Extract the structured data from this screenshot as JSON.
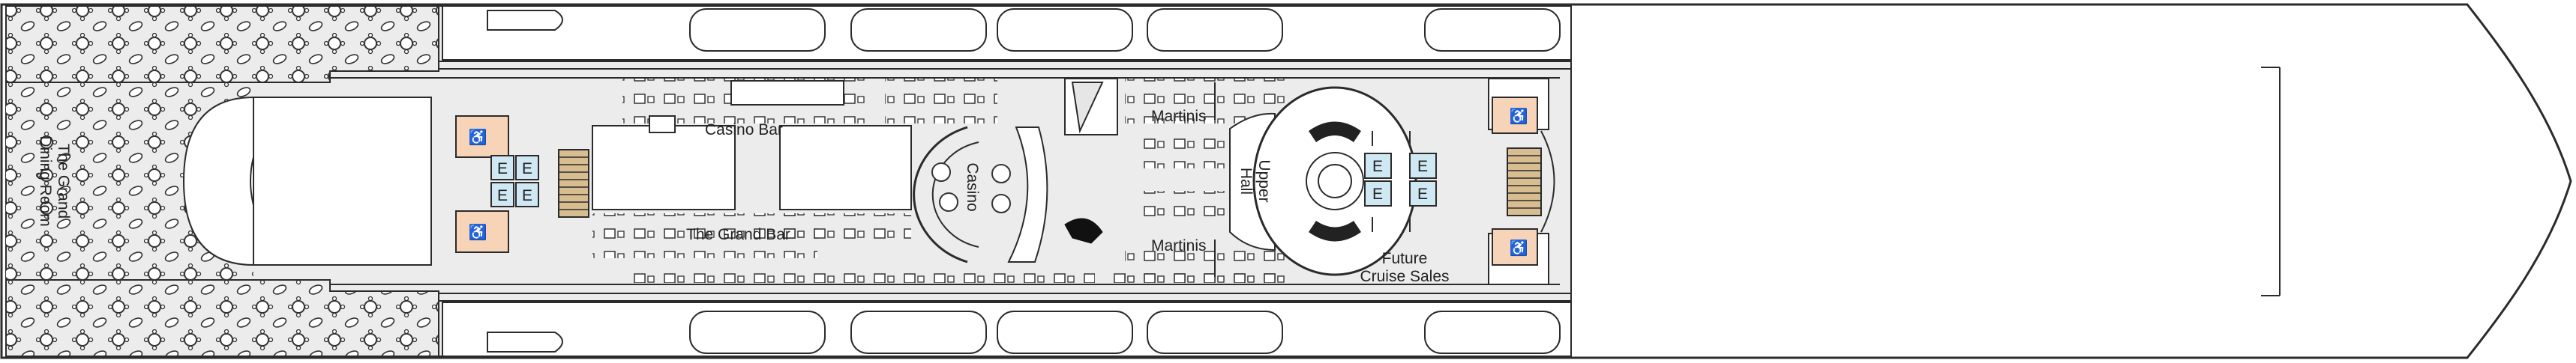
{
  "venues": {
    "grand_dining_room": [
      "The Grand",
      "Dining Room"
    ],
    "casino_bar": "Casino Bar",
    "grand_bar": "The Grand Bar",
    "casino": "Casino",
    "martinis_top": "Martinis",
    "martinis_bottom": "Martinis",
    "upper_hall": [
      "Upper",
      "Hall"
    ],
    "future_cruise_sales": [
      "Future",
      "Cruise Sales"
    ]
  },
  "elevator_symbol": "E",
  "colors": {
    "deck_fill": "#ececec",
    "outline": "#2b2b2b",
    "restroom_fill": "#f7d4b8",
    "elevator_fill": "#cfe8f4",
    "stairs_fill": "#d7bd8f",
    "corridor_fill": "#ffffff"
  },
  "icons": [
    "restroom-icon",
    "elevator-icon",
    "stairs-icon",
    "lifeboat-icon",
    "table-icon",
    "slot-machine-icon",
    "piano-icon",
    "stage-icon"
  ]
}
